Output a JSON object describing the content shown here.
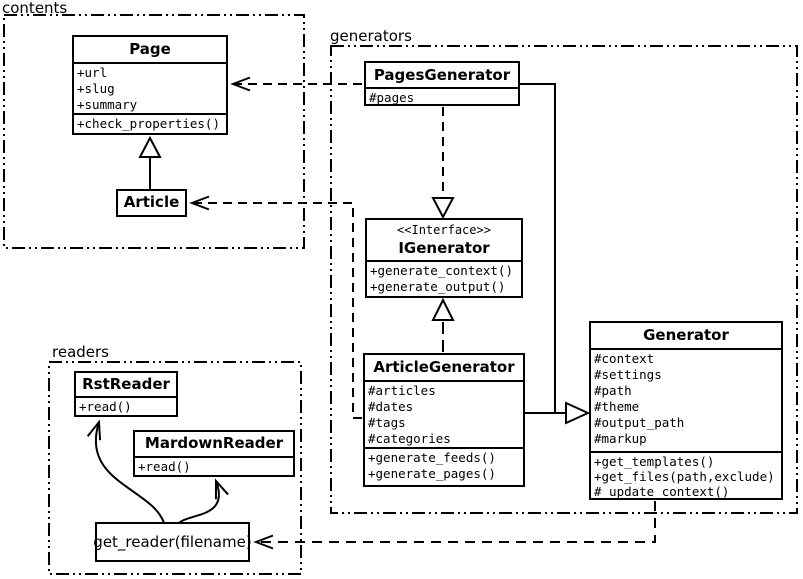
{
  "packages": {
    "contents": {
      "label": "contents"
    },
    "generators": {
      "label": "generators"
    },
    "readers": {
      "label": "readers"
    }
  },
  "classes": {
    "page": {
      "name": "Page",
      "attributes": [
        "+url",
        "+slug",
        "+summary"
      ],
      "methods": [
        "+check_properties()"
      ]
    },
    "article": {
      "name": "Article"
    },
    "pages_generator": {
      "name": "PagesGenerator",
      "attributes": [
        "#pages"
      ]
    },
    "igenerator": {
      "stereotype": "<<Interface>>",
      "name": "IGenerator",
      "methods": [
        "+generate_context()",
        "+generate_output()"
      ]
    },
    "article_generator": {
      "name": "ArticleGenerator",
      "attributes": [
        "#articles",
        "#dates",
        "#tags",
        "#categories"
      ],
      "methods": [
        "+generate_feeds()",
        "+generate_pages()"
      ]
    },
    "generator": {
      "name": "Generator",
      "attributes": [
        "#context",
        "#settings",
        "#path",
        "#theme",
        "#output_path",
        "#markup"
      ],
      "methods": [
        "+get_templates()",
        "+get_files(path,exclude)",
        "#_update_context()"
      ]
    },
    "rst_reader": {
      "name": "RstReader",
      "methods": [
        "+read()"
      ]
    },
    "mardown_reader": {
      "name": "MardownReader",
      "methods": [
        "+read()"
      ]
    },
    "get_reader": {
      "label": "get_reader(filename)"
    }
  },
  "relationships": [
    {
      "type": "generalization",
      "from": "Article",
      "to": "Page"
    },
    {
      "type": "dependency",
      "from": "PagesGenerator",
      "to": "Page"
    },
    {
      "type": "dependency",
      "from": "ArticleGenerator",
      "to": "Article"
    },
    {
      "type": "realization",
      "from": "PagesGenerator",
      "to": "IGenerator"
    },
    {
      "type": "realization",
      "from": "ArticleGenerator",
      "to": "IGenerator"
    },
    {
      "type": "generalization",
      "from": "PagesGenerator",
      "to": "Generator"
    },
    {
      "type": "generalization",
      "from": "ArticleGenerator",
      "to": "Generator"
    },
    {
      "type": "dependency",
      "from": "Generator",
      "to": "get_reader"
    },
    {
      "type": "arrow",
      "from": "get_reader",
      "to": "RstReader"
    },
    {
      "type": "arrow",
      "from": "get_reader",
      "to": "MardownReader"
    }
  ],
  "colors": {
    "line": "#000000",
    "background": "#ffffff"
  }
}
